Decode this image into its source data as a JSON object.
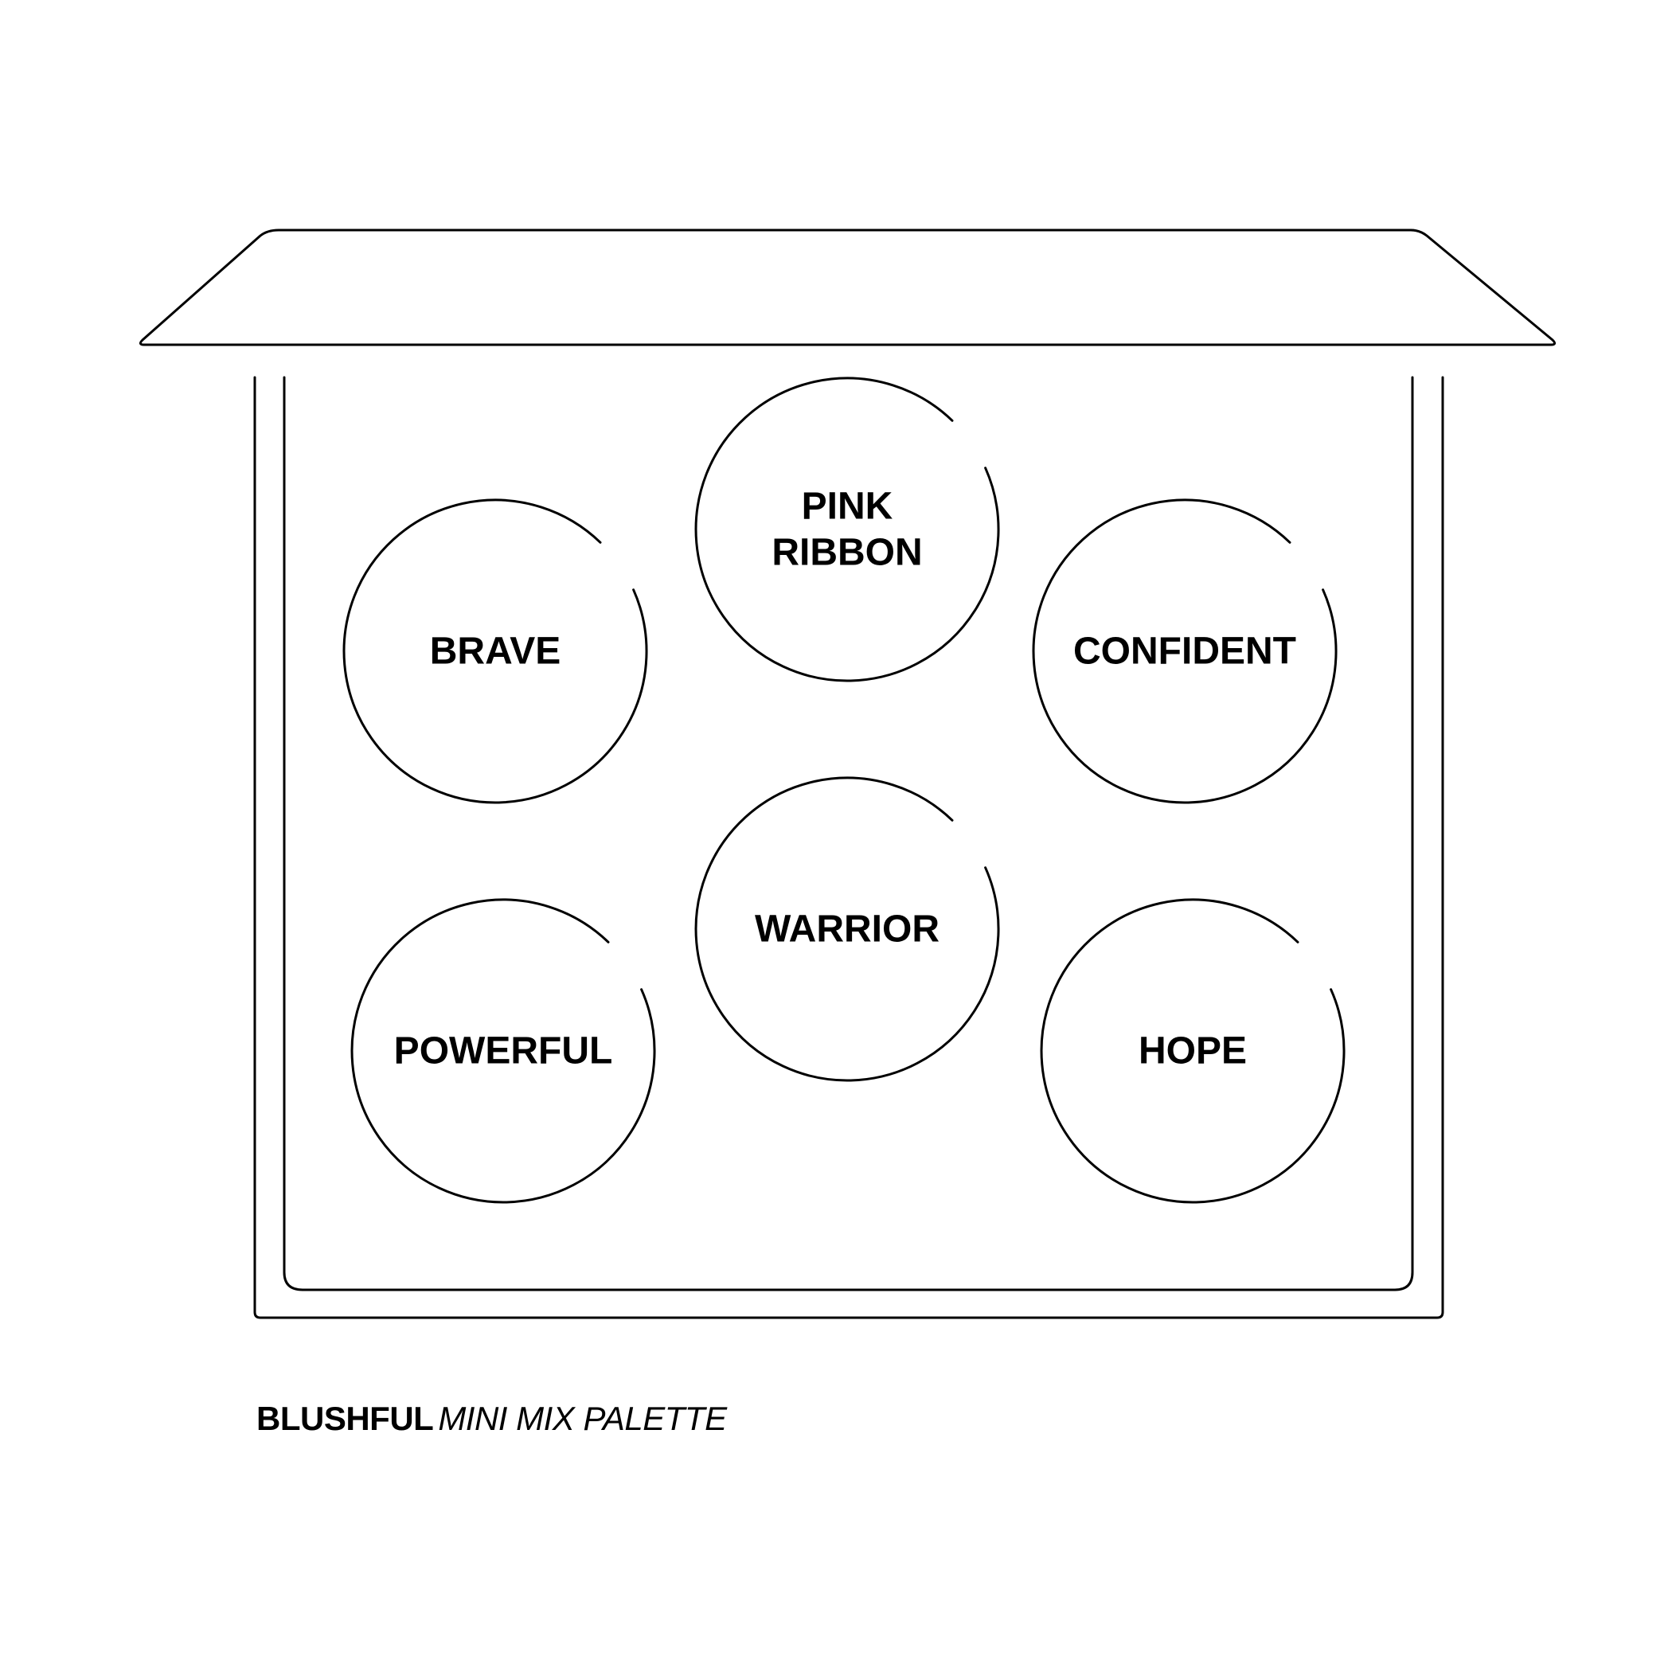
{
  "palette": {
    "pans": [
      {
        "label_lines": [
          "BRAVE"
        ]
      },
      {
        "label_lines": [
          "PINK",
          "RIBBON"
        ]
      },
      {
        "label_lines": [
          "CONFIDENT"
        ]
      },
      {
        "label_lines": [
          "WARRIOR"
        ]
      },
      {
        "label_lines": [
          "POWERFUL"
        ]
      },
      {
        "label_lines": [
          "HOPE"
        ]
      }
    ]
  },
  "caption": {
    "brand": "BLUSHFUL",
    "product": "MINI MIX PALETTE"
  },
  "colors": {
    "line": "#000000",
    "background": "#ffffff"
  }
}
